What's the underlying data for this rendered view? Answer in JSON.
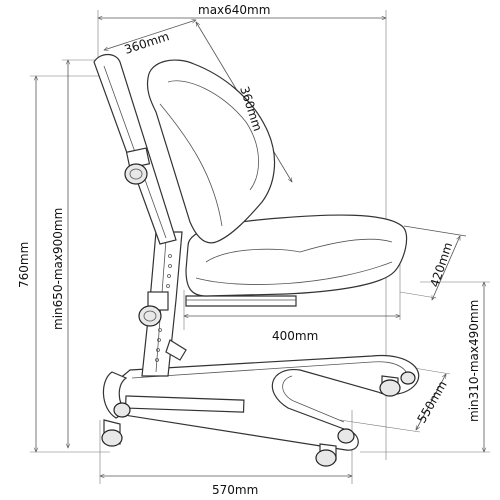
{
  "diagram": {
    "dimensions": {
      "top_width": "max640mm",
      "backrest_depth": "360mm",
      "backrest_height": "360mm",
      "total_height": "760mm",
      "backrest_height_range": "min650-max900mm",
      "seat_depth": "420mm",
      "seat_width": "400mm",
      "seat_height_range": "min310-max490mm",
      "base_depth": "550mm",
      "base_width": "570mm"
    }
  }
}
